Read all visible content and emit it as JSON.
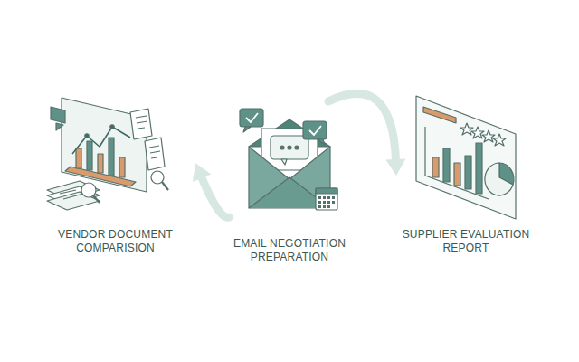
{
  "diagram": {
    "nodes": [
      {
        "text": [
          "VENDOR DOCUMENT COMPARISION"
        ]
      },
      {
        "text": [
          "EMAIL NEGOTIATION PREPARATION"
        ]
      },
      {
        "text": [
          "SUPPLIER EVALUATION REPORT"
        ]
      }
    ],
    "edges": [
      {
        "from": 1,
        "to": 0,
        "arrow": "to"
      },
      {
        "from": 1,
        "to": 2,
        "arrow": "to"
      }
    ]
  }
}
